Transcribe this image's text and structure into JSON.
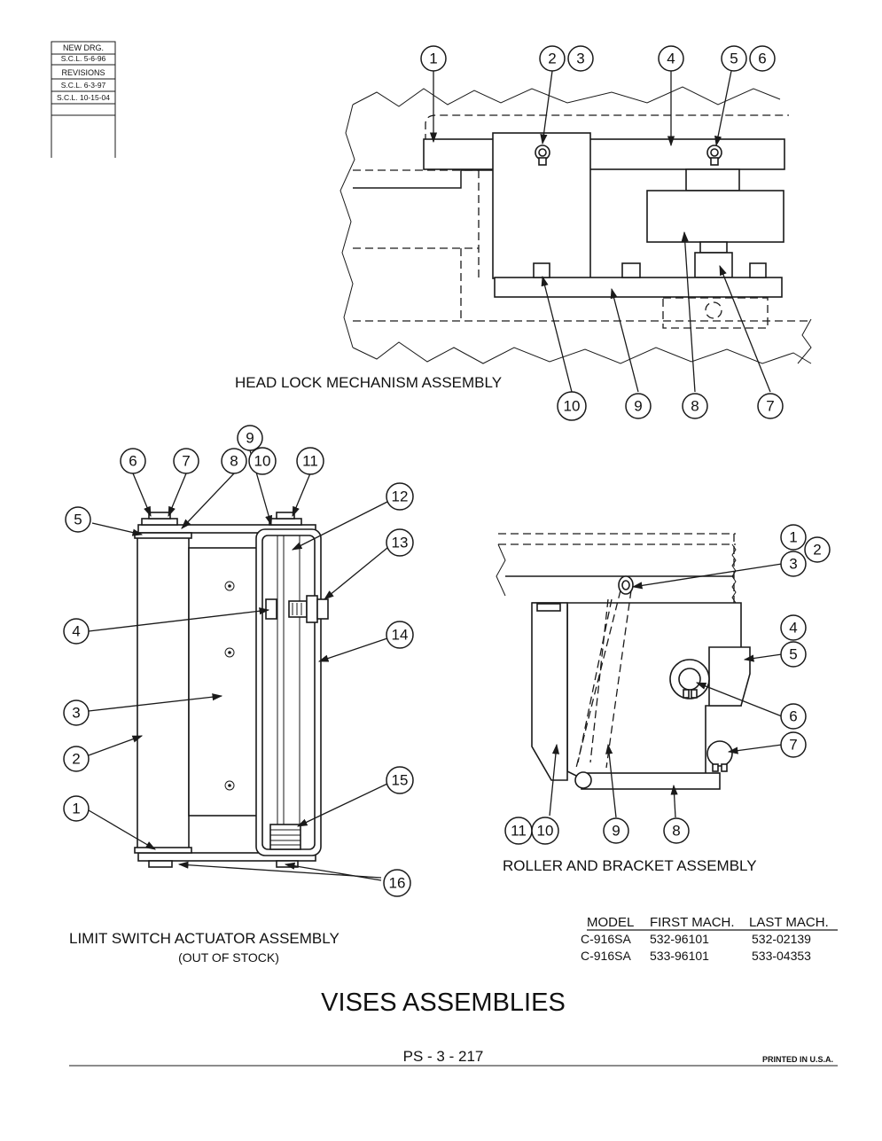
{
  "revision_block": {
    "new_drawing": "NEW DRG.",
    "new_drawing_date": "S.C.L.  5-6-96",
    "revisions_label": "REVISIONS",
    "revision_1": "S.C.L.  6-3-97",
    "revision_2": "S.C.L. 10-15-04"
  },
  "head_lock": {
    "title": "HEAD LOCK MECHANISM ASSEMBLY",
    "callouts": [
      "1",
      "2",
      "3",
      "4",
      "5",
      "6",
      "10",
      "9",
      "8",
      "7"
    ]
  },
  "limit_switch": {
    "title": "LIMIT SWITCH ACTUATOR ASSEMBLY",
    "subtitle": "(OUT OF STOCK)",
    "callouts": [
      "9",
      "6",
      "7",
      "8",
      "10",
      "11",
      "5",
      "12",
      "13",
      "4",
      "14",
      "3",
      "2",
      "15",
      "1",
      "16"
    ]
  },
  "roller_bracket": {
    "title": "ROLLER AND BRACKET ASSEMBLY",
    "callouts": [
      "1",
      "2",
      "3",
      "4",
      "5",
      "6",
      "7",
      "11",
      "10",
      "9",
      "8"
    ]
  },
  "model_table": {
    "headers": [
      "MODEL",
      "FIRST MACH.",
      "LAST MACH."
    ],
    "rows": [
      [
        "C-916SA",
        "532-96101",
        "532-02139"
      ],
      [
        "C-916SA",
        "533-96101",
        "533-04353"
      ]
    ]
  },
  "page_title": "VISES ASSEMBLIES",
  "page_number": "PS - 3 - 217",
  "printed": "PRINTED IN U.S.A."
}
